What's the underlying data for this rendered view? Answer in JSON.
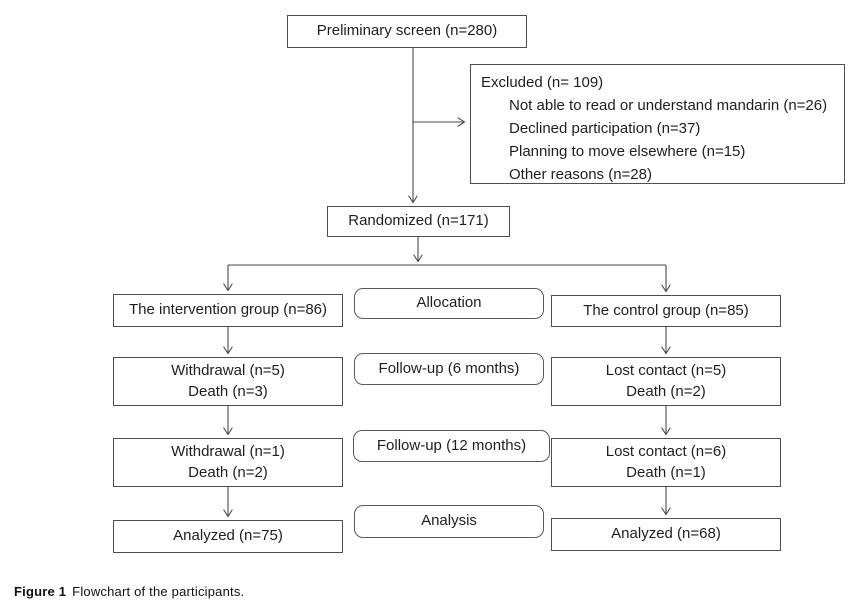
{
  "diagram": {
    "preliminary": "Preliminary screen (n=280)",
    "excluded": {
      "title": "Excluded (n= 109)",
      "reasons": [
        "Not able to read or understand mandarin (n=26)",
        "Declined participation (n=37)",
        "Planning to move elsewhere (n=15)",
        "Other reasons (n=28)"
      ]
    },
    "randomized": "Randomized (n=171)",
    "stages": {
      "allocation": "Allocation",
      "followup6": "Follow-up (6 months)",
      "followup12": "Follow-up (12 months)",
      "analysis": "Analysis"
    },
    "intervention": {
      "group": "The intervention group (n=86)",
      "followup6": [
        "Withdrawal (n=5)",
        "Death (n=3)"
      ],
      "followup12": [
        "Withdrawal (n=1)",
        "Death (n=2)"
      ],
      "analyzed": "Analyzed (n=75)"
    },
    "control": {
      "group": "The control group (n=85)",
      "followup6": [
        "Lost contact (n=5)",
        "Death (n=2)"
      ],
      "followup12": [
        "Lost contact (n=6)",
        "Death (n=1)"
      ],
      "analyzed": "Analyzed (n=68)"
    },
    "caption": {
      "label": "Figure 1",
      "text": "Flowchart of the participants."
    }
  },
  "colors": {
    "line": "#4a4a4a",
    "border": "#4f4f4f",
    "background": "#ffffff",
    "text": "#1f1f1f"
  }
}
